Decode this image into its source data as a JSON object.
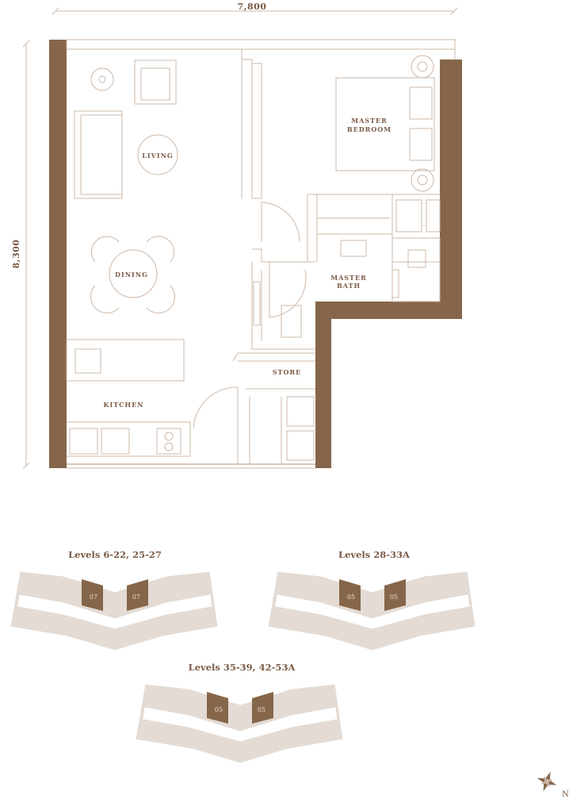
{
  "dimensions": {
    "width_label": "7,800",
    "height_label": "8,300"
  },
  "rooms": {
    "living": "LIVING",
    "dining": "DINING",
    "kitchen": "KITCHEN",
    "master_bedroom_line1": "MASTER",
    "master_bedroom_line2": "BEDROOM",
    "master_bath_line1": "MASTER",
    "master_bath_line2": "BATH",
    "store": "STORE"
  },
  "key_plans": [
    {
      "title": "Levels 6-22, 25-27",
      "unit": "07"
    },
    {
      "title": "Levels 28-33A",
      "unit": "05"
    },
    {
      "title": "Levels 35-39, 42-53A",
      "unit": "05"
    }
  ],
  "compass": {
    "label": "N"
  },
  "colors": {
    "wall": "#86664a",
    "line": "#cdb8a8",
    "text": "#7a5a45",
    "keyplan_fill": "#e3dbd4"
  }
}
